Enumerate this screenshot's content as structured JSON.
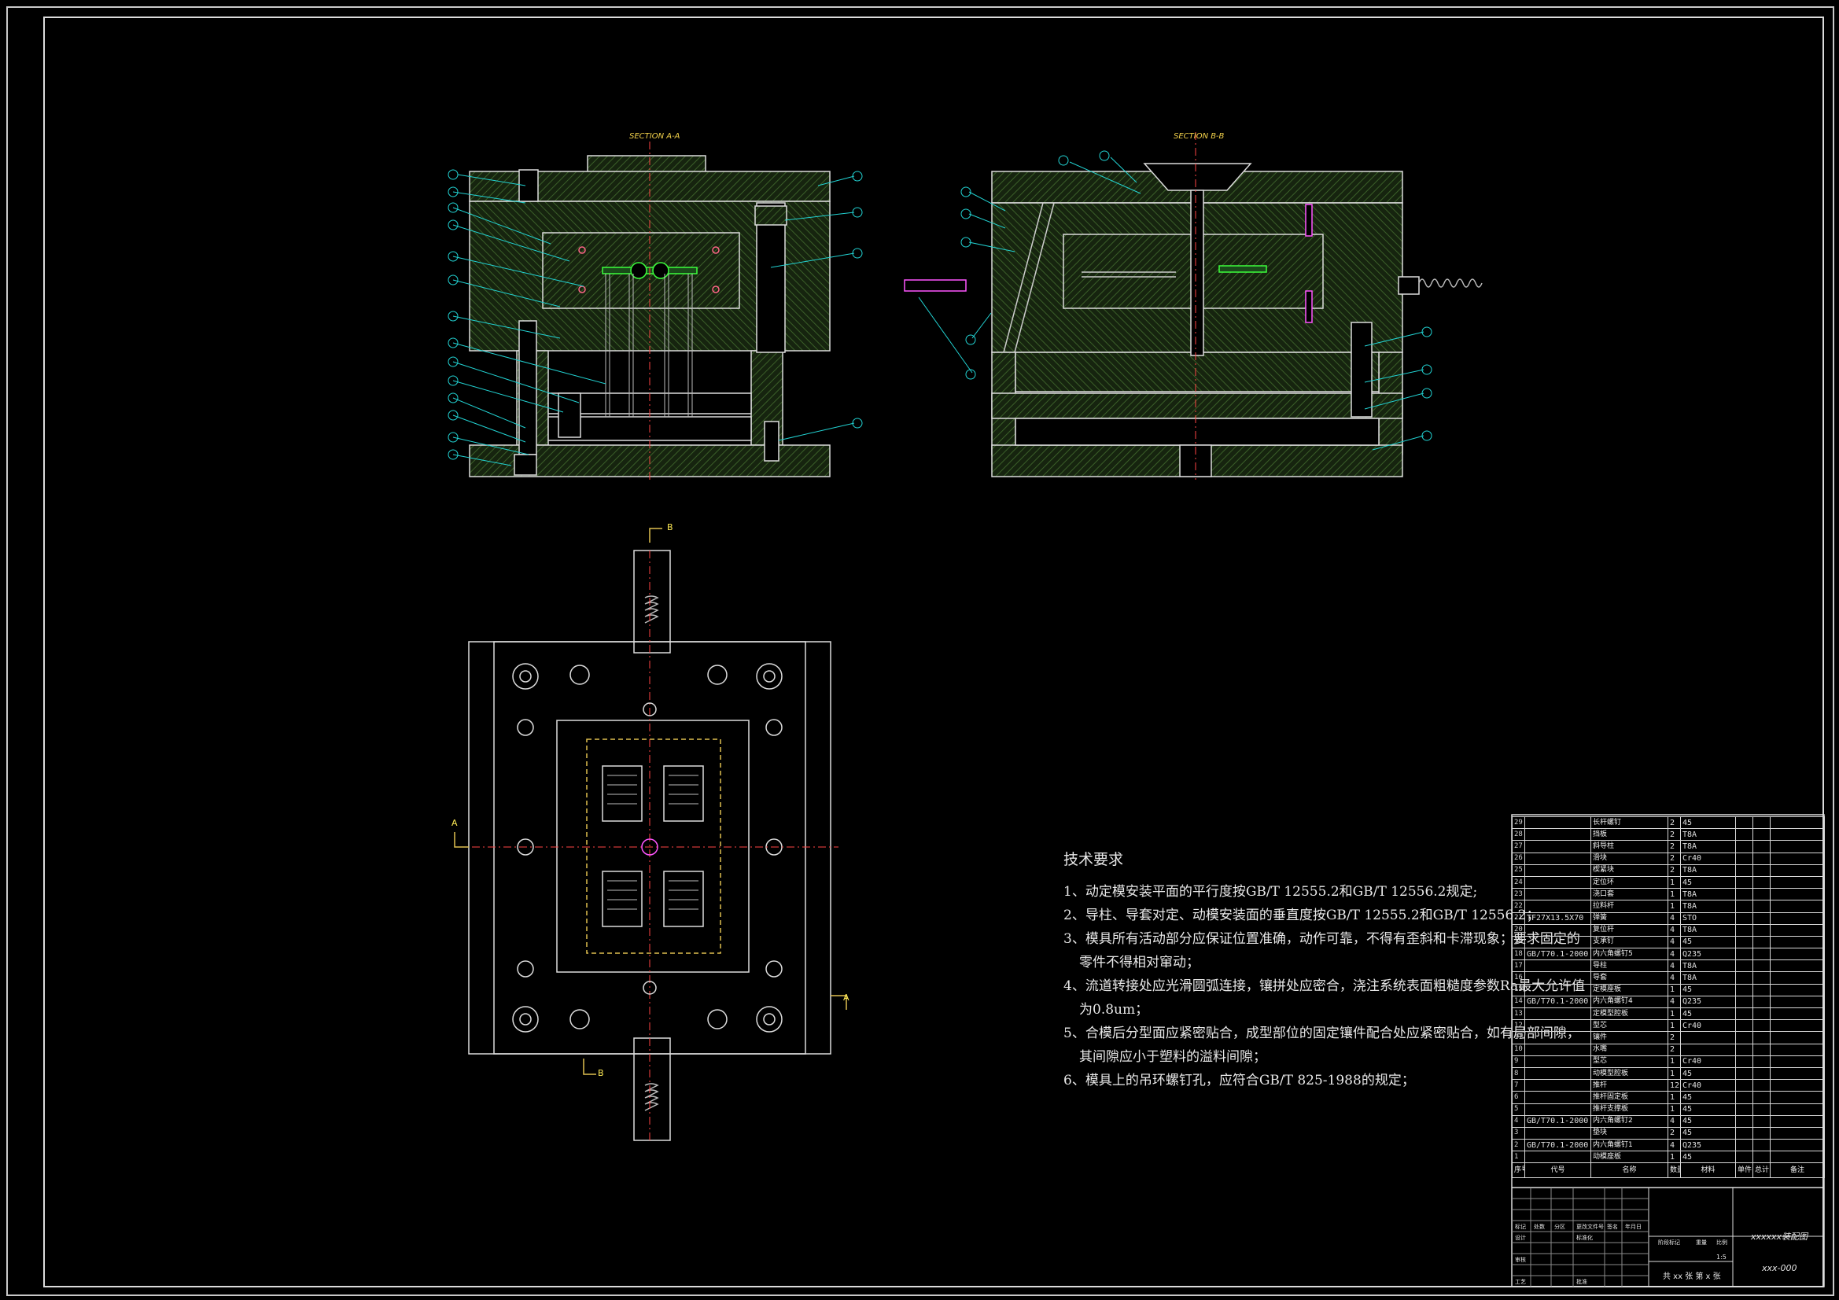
{
  "sections": {
    "aa": "SECTION A-A",
    "bb": "SECTION B-B"
  },
  "cut_labels": {
    "a": "A",
    "b": "B"
  },
  "tech_requirements": {
    "title": "技术要求",
    "items": [
      [
        "1、动定模安装平面的平行度按GB/T 12555.2和GB/T 12556.2规定;"
      ],
      [
        "2、导柱、导套对定、动模安装面的垂直度按GB/T 12555.2和GB/T 12556.2；"
      ],
      [
        "3、模具所有活动部分应保证位置准确，动作可靠，不得有歪斜和卡滞现象；要求固定的",
        "零件不得相对窜动；"
      ],
      [
        "4、流道转接处应光滑圆弧连接，镶拼处应密合，浇注系统表面粗糙度参数Ra最大允许值",
        "为0.8um；"
      ],
      [
        "5、合模后分型面应紧密贴合，成型部位的固定镶件配合处应紧密贴合，如有局部间隙，",
        "其间隙应小于塑料的溢料间隙；"
      ],
      [
        "6、模具上的吊环螺钉孔，应符合GB/T 825-1988的规定；"
      ]
    ]
  },
  "bom": {
    "rows": [
      {
        "no": "29",
        "std": "",
        "name": "长杆螺钉",
        "qty": "2",
        "mat": "45",
        "note": ""
      },
      {
        "no": "28",
        "std": "",
        "name": "挡板",
        "qty": "2",
        "mat": "T8A",
        "note": ""
      },
      {
        "no": "27",
        "std": "",
        "name": "斜导柱",
        "qty": "2",
        "mat": "T8A",
        "note": ""
      },
      {
        "no": "26",
        "std": "",
        "name": "滑块",
        "qty": "2",
        "mat": "Cr40",
        "note": ""
      },
      {
        "no": "25",
        "std": "",
        "name": "楔紧块",
        "qty": "2",
        "mat": "T8A",
        "note": ""
      },
      {
        "no": "24",
        "std": "",
        "name": "定位环",
        "qty": "1",
        "mat": "45",
        "note": ""
      },
      {
        "no": "23",
        "std": "",
        "name": "浇口套",
        "qty": "1",
        "mat": "T8A",
        "note": ""
      },
      {
        "no": "22",
        "std": "",
        "name": "拉料杆",
        "qty": "1",
        "mat": "T8A",
        "note": ""
      },
      {
        "no": "21",
        "std": "TF27X13.5X70",
        "name": "弹簧",
        "qty": "4",
        "mat": "STO",
        "note": ""
      },
      {
        "no": "20",
        "std": "",
        "name": "复位杆",
        "qty": "4",
        "mat": "T8A",
        "note": ""
      },
      {
        "no": "19",
        "std": "",
        "name": "支承钉",
        "qty": "4",
        "mat": "45",
        "note": ""
      },
      {
        "no": "18",
        "std": "GB/T70.1-2000",
        "name": "内六角螺钉5",
        "qty": "4",
        "mat": "Q235",
        "note": ""
      },
      {
        "no": "17",
        "std": "",
        "name": "导柱",
        "qty": "4",
        "mat": "T8A",
        "note": ""
      },
      {
        "no": "16",
        "std": "",
        "name": "导套",
        "qty": "4",
        "mat": "T8A",
        "note": ""
      },
      {
        "no": "15",
        "std": "",
        "name": "定模座板",
        "qty": "1",
        "mat": "45",
        "note": ""
      },
      {
        "no": "14",
        "std": "GB/T70.1-2000",
        "name": "内六角螺钉4",
        "qty": "4",
        "mat": "Q235",
        "note": ""
      },
      {
        "no": "13",
        "std": "",
        "name": "定模型腔板",
        "qty": "1",
        "mat": "45",
        "note": ""
      },
      {
        "no": "12",
        "std": "",
        "name": "型芯",
        "qty": "1",
        "mat": "Cr40",
        "note": ""
      },
      {
        "no": "11",
        "std": "",
        "name": "镶件",
        "qty": "2",
        "mat": "",
        "note": ""
      },
      {
        "no": "10",
        "std": "",
        "name": "水嘴",
        "qty": "2",
        "mat": "",
        "note": ""
      },
      {
        "no": "9",
        "std": "",
        "name": "型芯",
        "qty": "1",
        "mat": "Cr40",
        "note": ""
      },
      {
        "no": "8",
        "std": "",
        "name": "动模型腔板",
        "qty": "1",
        "mat": "45",
        "note": ""
      },
      {
        "no": "7",
        "std": "",
        "name": "推杆",
        "qty": "12",
        "mat": "Cr40",
        "note": ""
      },
      {
        "no": "6",
        "std": "",
        "name": "推杆固定板",
        "qty": "1",
        "mat": "45",
        "note": ""
      },
      {
        "no": "5",
        "std": "",
        "name": "推杆支撑板",
        "qty": "1",
        "mat": "45",
        "note": ""
      },
      {
        "no": "4",
        "std": "GB/T70.1-2000",
        "name": "内六角螺钉2",
        "qty": "4",
        "mat": "45",
        "note": ""
      },
      {
        "no": "3",
        "std": "",
        "name": "垫块",
        "qty": "2",
        "mat": "45",
        "note": ""
      },
      {
        "no": "2",
        "std": "GB/T70.1-2000",
        "name": "内六角螺钉1",
        "qty": "4",
        "mat": "Q235",
        "note": ""
      },
      {
        "no": "1",
        "std": "",
        "name": "动模座板",
        "qty": "1",
        "mat": "45",
        "note": ""
      }
    ],
    "header": {
      "no": "序号",
      "std": "代号",
      "name": "名称",
      "qty": "数量",
      "mat": "材料",
      "w1": "单件",
      "w2": "总计",
      "note": "备注"
    }
  },
  "title_block": {
    "drawing_name": "xxxxxx装配图",
    "drawing_no": "xxx-000",
    "scale": "1:5",
    "sheets": "共 xx 张  第 x 张",
    "labels": {
      "mark": "标记",
      "count": "处数",
      "zone": "分区",
      "change_doc": "更改文件号",
      "sign": "签名",
      "date": "年月日",
      "design": "设计",
      "standard": "标准化",
      "stage": "阶段标记",
      "weight": "重量",
      "ratio": "比例",
      "check": "审核",
      "process": "工艺",
      "approve": "批准"
    }
  }
}
